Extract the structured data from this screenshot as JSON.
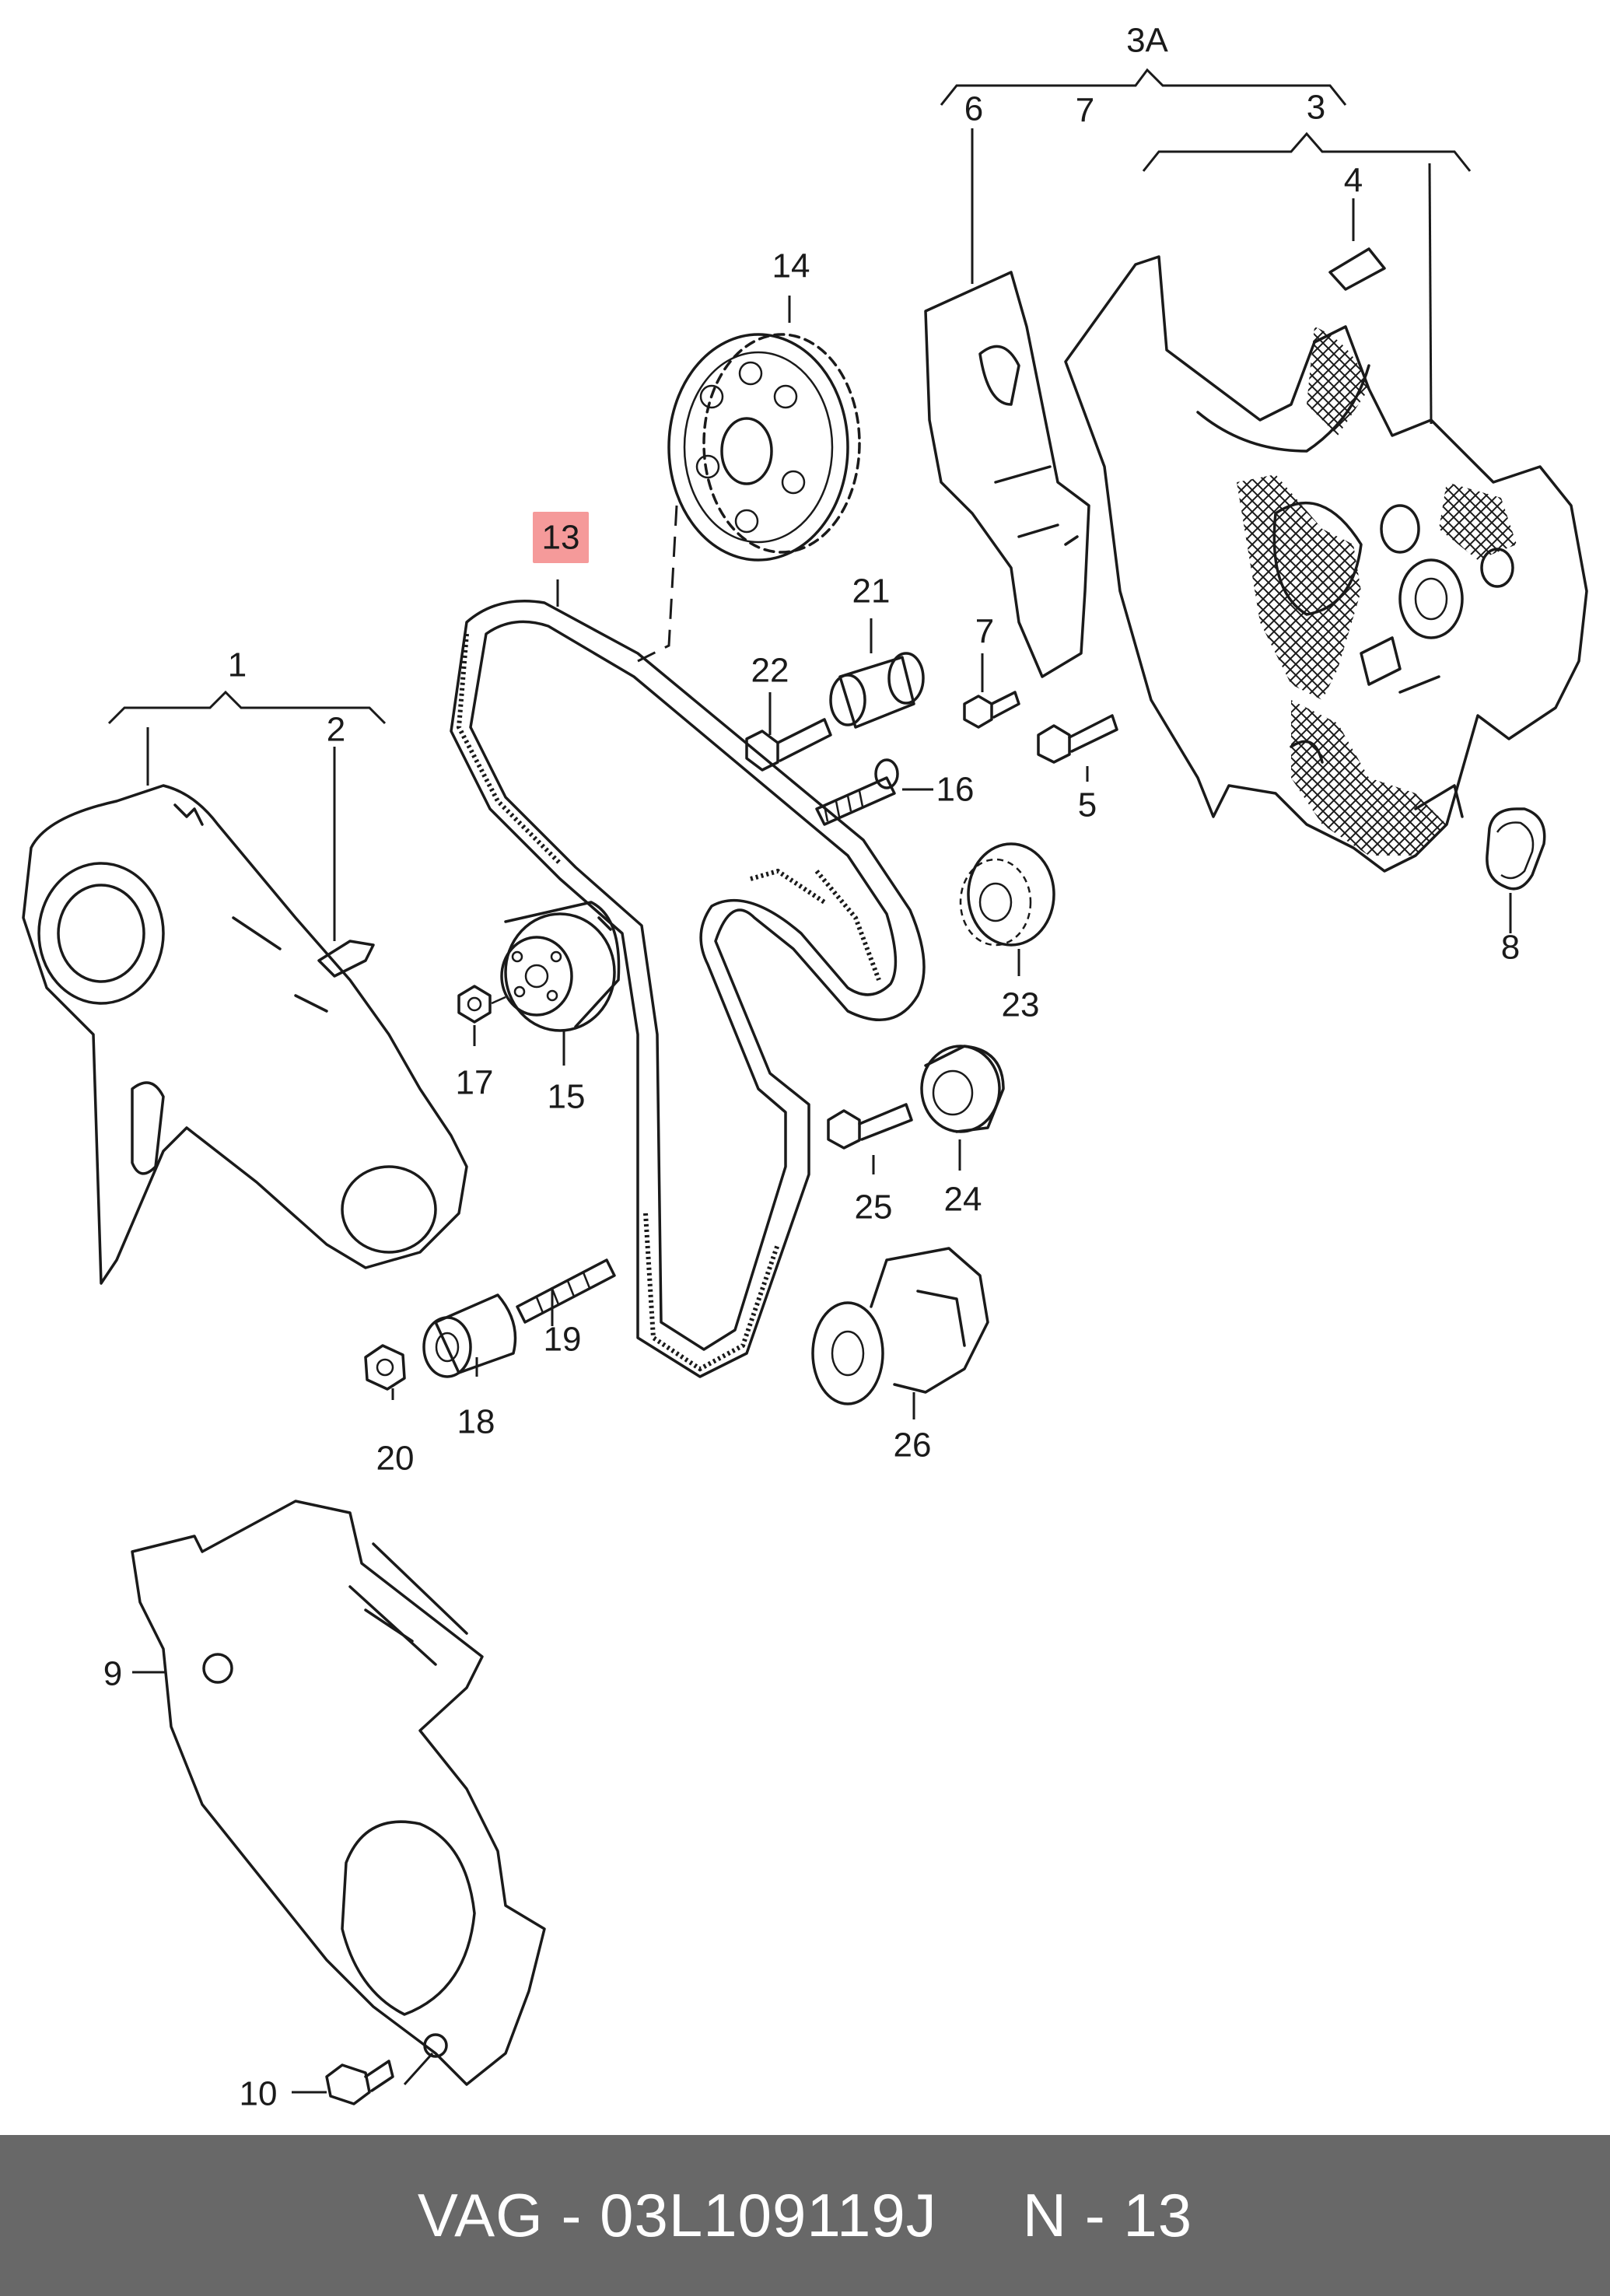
{
  "callouts": {
    "c1": "1",
    "c2": "2",
    "c3": "3",
    "c3a": "3A",
    "c4": "4",
    "c5": "5",
    "c6": "6",
    "c7a": "7",
    "c7b": "7",
    "c8": "8",
    "c9": "9",
    "c10": "10",
    "c13": "13",
    "c14": "14",
    "c15": "15",
    "c16": "16",
    "c17": "17",
    "c18": "18",
    "c19": "19",
    "c20": "20",
    "c21": "21",
    "c22": "22",
    "c23": "23",
    "c24": "24",
    "c25": "25",
    "c26": "26"
  },
  "highlight": {
    "color": "#f59a9a",
    "part": "13"
  },
  "footer": {
    "brand_part": "VAG - 03L109119J",
    "page_ref": "N - 13"
  }
}
